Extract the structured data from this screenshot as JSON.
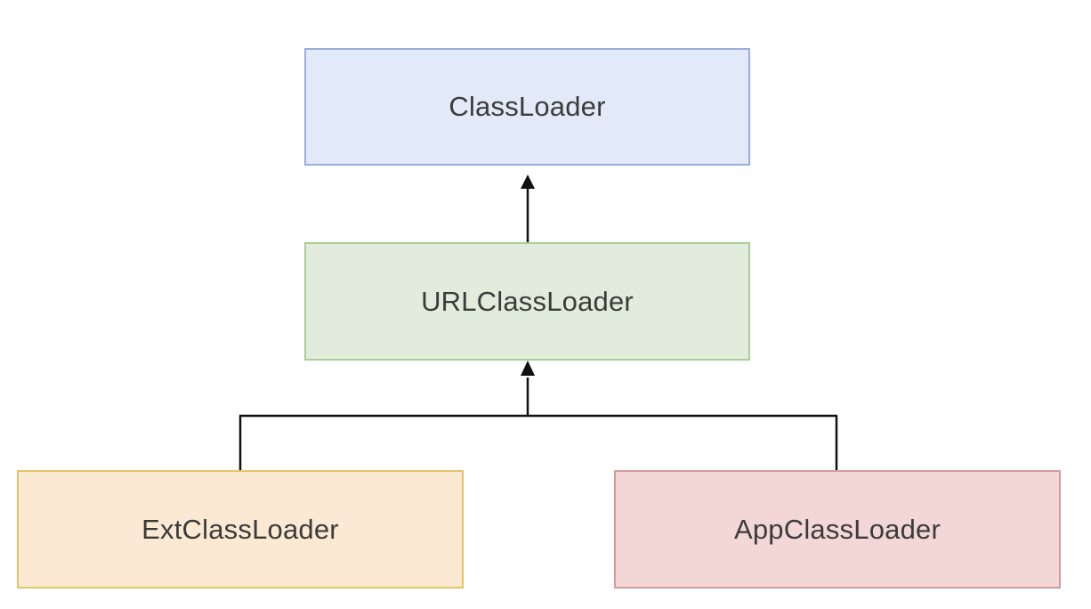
{
  "diagram": {
    "nodes": [
      {
        "id": "classloader",
        "label": "ClassLoader",
        "fill": "#e2eafa",
        "stroke": "#9aaedc"
      },
      {
        "id": "urlclassloader",
        "label": "URLClassLoader",
        "fill": "#e1ecdc",
        "stroke": "#a9cf98"
      },
      {
        "id": "extclassloader",
        "label": "ExtClassLoader",
        "fill": "#fbe9d3",
        "stroke": "#e3c463"
      },
      {
        "id": "appclassloader",
        "label": "AppClassLoader",
        "fill": "#f3d7d7",
        "stroke": "#d49d9d"
      }
    ],
    "edges": [
      {
        "from": "urlclassloader",
        "to": "classloader",
        "arrow": "open-triangle"
      },
      {
        "from": "extclassloader",
        "to": "urlclassloader",
        "arrow": "open-triangle"
      },
      {
        "from": "appclassloader",
        "to": "urlclassloader",
        "arrow": "open-triangle"
      }
    ],
    "edge_color": "#111111"
  }
}
